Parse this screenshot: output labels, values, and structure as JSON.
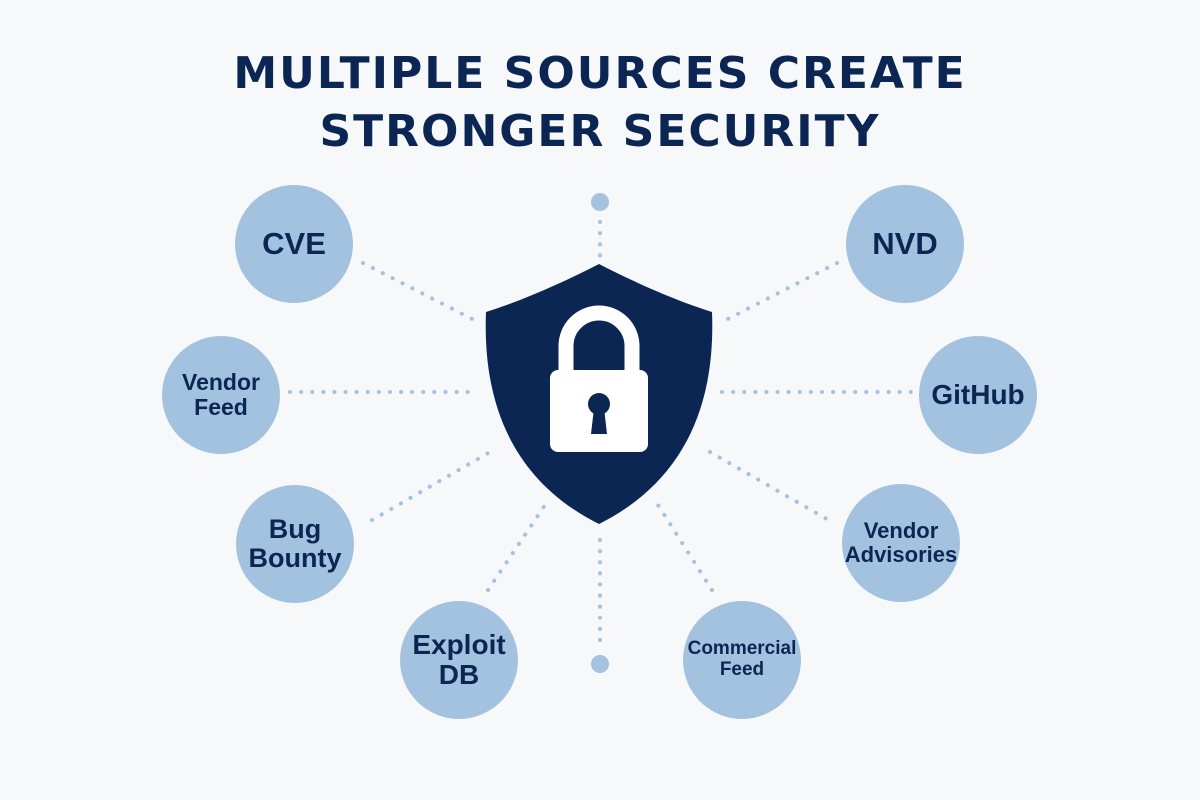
{
  "title": {
    "line1": "MULTIPLE SOURCES CREATE",
    "line2": "STRONGER SECURITY"
  },
  "center": {
    "icon": "shield-lock-icon",
    "shield_color": "#0b2653",
    "lock_color": "#ffffff"
  },
  "node_color": "#a3c2e0",
  "text_color": "#0b2653",
  "sources": [
    {
      "id": "cve",
      "lines": [
        "CVE"
      ]
    },
    {
      "id": "nvd",
      "lines": [
        "NVD"
      ]
    },
    {
      "id": "vendor-feed",
      "lines": [
        "Vendor",
        "Feed"
      ]
    },
    {
      "id": "github",
      "lines": [
        "GitHub"
      ]
    },
    {
      "id": "bug-bounty",
      "lines": [
        "Bug",
        "Bounty"
      ]
    },
    {
      "id": "vendor-advisories",
      "lines": [
        "Vendor",
        "Advisories"
      ]
    },
    {
      "id": "exploit-db",
      "lines": [
        "Exploit",
        "DB"
      ]
    },
    {
      "id": "commercial-feed",
      "lines": [
        "Commercial",
        "Feed"
      ]
    }
  ]
}
